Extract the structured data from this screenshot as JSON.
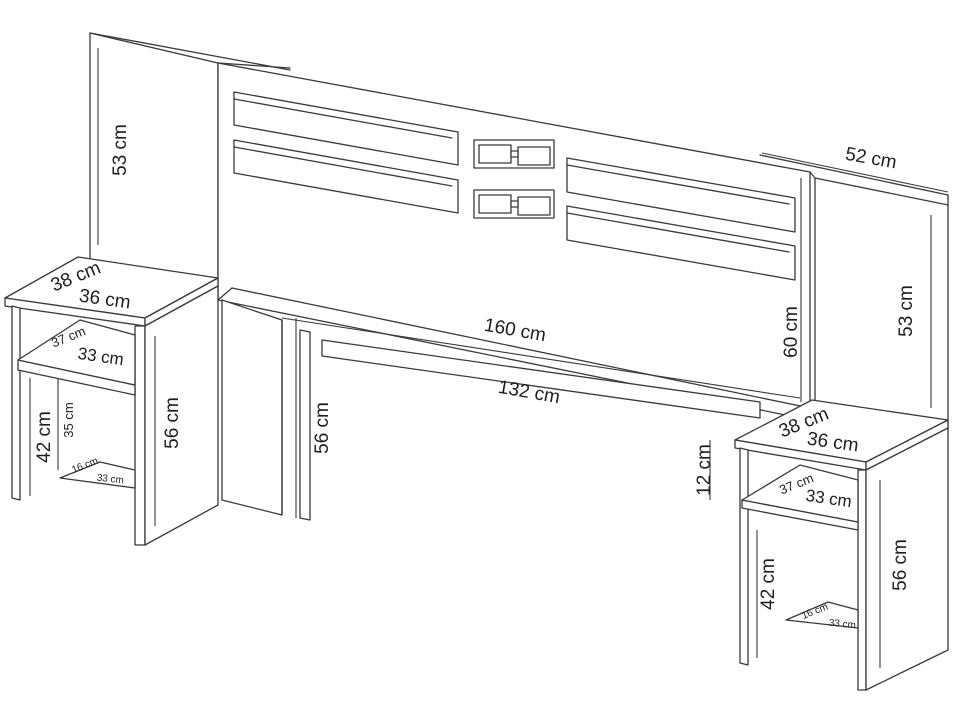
{
  "dimensions": {
    "left_panel_height": "53 cm",
    "right_panel_height": "53 cm",
    "headboard_height": "60 cm",
    "headboard_width": "160 cm",
    "rail_width": "132 cm",
    "panel_depth": "52 cm",
    "rail_offset": "12 cm",
    "leg_height": "56 cm",
    "left_table": {
      "depth": "38 cm",
      "width": "36 cm",
      "shelf_depth": "37 cm",
      "shelf_width": "33 cm",
      "height": "56 cm",
      "opening_height": "42 cm",
      "inner_height": "35 cm",
      "bottom_depth": "16 cm",
      "bottom_width": "33 cm"
    },
    "right_table": {
      "depth": "38 cm",
      "width": "36 cm",
      "shelf_depth": "37 cm",
      "shelf_width": "33 cm",
      "height": "56 cm",
      "opening_height": "42 cm",
      "bottom_depth": "16 cm",
      "bottom_width": "33 cm"
    }
  }
}
